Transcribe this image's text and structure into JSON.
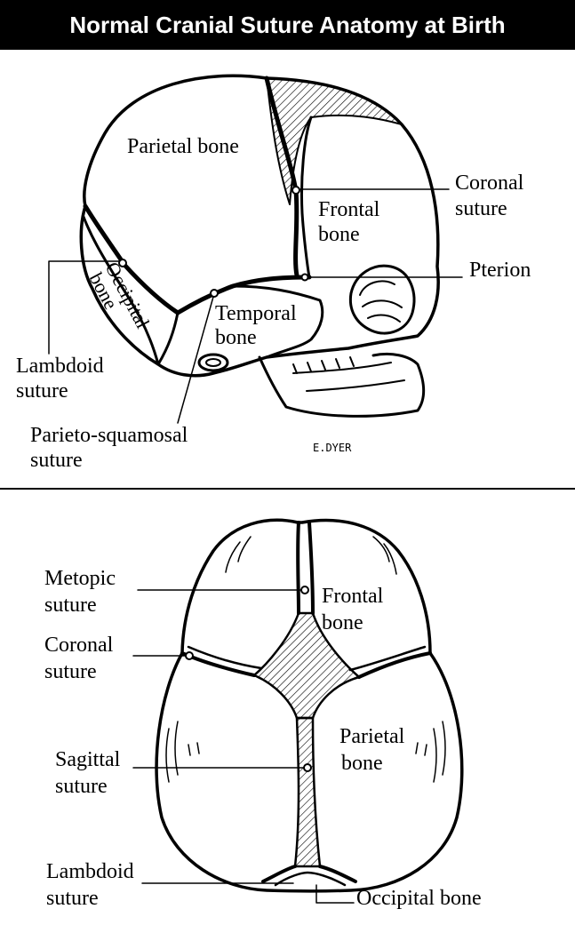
{
  "title": "Normal Cranial Suture Anatomy at Birth",
  "lateral_view": {
    "labels": {
      "parietal_bone": "Parietal bone",
      "frontal_bone_1": "Frontal",
      "frontal_bone_2": "bone",
      "coronal_suture_1": "Coronal",
      "coronal_suture_2": "suture",
      "pterion": "Pterion",
      "occipital_bone_1": "Occipital",
      "occipital_bone_2": "bone",
      "temporal_bone_1": "Temporal",
      "temporal_bone_2": "bone",
      "lambdoid_suture_1": "Lambdoid",
      "lambdoid_suture_2": "suture",
      "parieto_squamosal_suture_1": "Parieto-squamosal",
      "parieto_squamosal_suture_2": "suture"
    },
    "signature": "E.DYER"
  },
  "top_view": {
    "labels": {
      "metopic_suture_1": "Metopic",
      "metopic_suture_2": "suture",
      "frontal_bone_1": "Frontal",
      "frontal_bone_2": "bone",
      "coronal_suture_1": "Coronal",
      "coronal_suture_2": "suture",
      "parietal_bone_1": "Parietal",
      "parietal_bone_2": "bone",
      "sagittal_suture_1": "Sagittal",
      "sagittal_suture_2": "suture",
      "lambdoid_suture_1": "Lambdoid",
      "lambdoid_suture_2": "suture",
      "occipital_bone": "Occipital bone"
    }
  }
}
